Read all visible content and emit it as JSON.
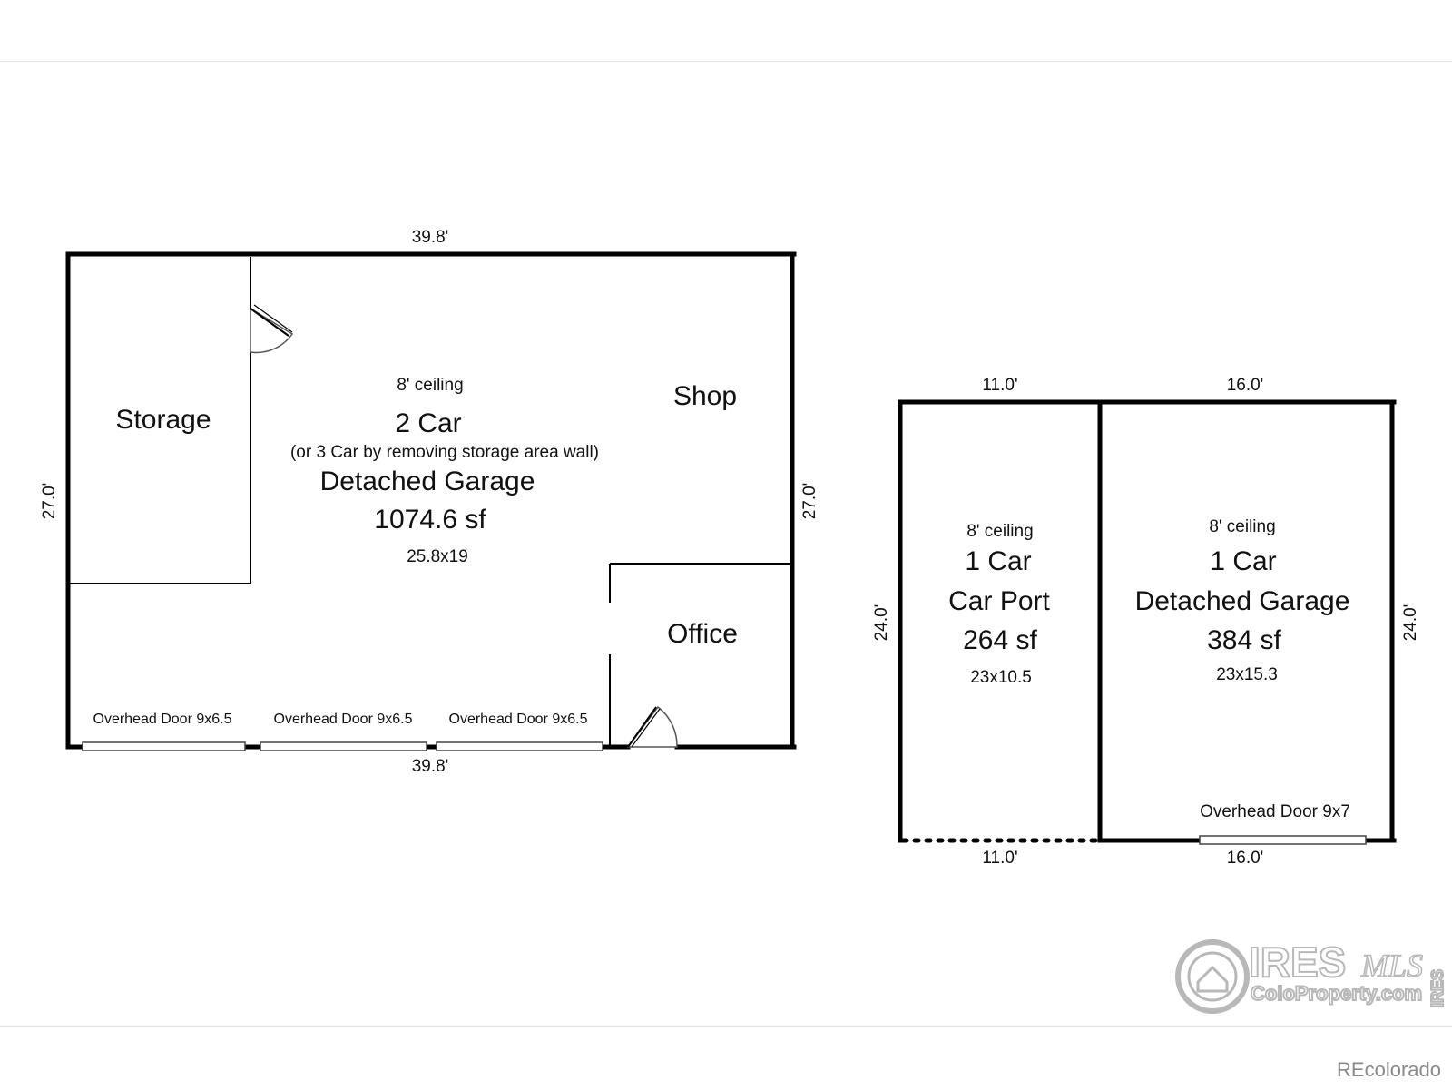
{
  "main_garage": {
    "dim_top": "39.8'",
    "dim_bottom": "39.8'",
    "dim_left": "27.0'",
    "dim_right": "27.0'",
    "ceiling": "8' ceiling",
    "cars": "2 Car",
    "note": "(or 3 Car by removing storage area wall)",
    "name": "Detached Garage",
    "area": "1074.6 sf",
    "size": "25.8x19",
    "rooms": {
      "storage": "Storage",
      "shop": "Shop",
      "office": "Office"
    },
    "doors": [
      "Overhead Door 9x6.5",
      "Overhead Door 9x6.5",
      "Overhead Door 9x6.5"
    ]
  },
  "carport": {
    "dim_top": "11.0'",
    "dim_bottom": "11.0'",
    "dim_left": "24.0'",
    "ceiling": "8' ceiling",
    "cars": "1 Car",
    "name": "Car Port",
    "area": "264 sf",
    "size": "23x10.5"
  },
  "small_garage": {
    "dim_top": "16.0'",
    "dim_bottom": "16.0'",
    "dim_right": "24.0'",
    "ceiling": "8' ceiling",
    "cars": "1 Car",
    "name": "Detached Garage",
    "area": "384 sf",
    "size": "23x15.3",
    "door": "Overhead Door 9x7"
  },
  "watermark": {
    "brand": "IRES",
    "mls": "MLS",
    "site": "ColoProperty.com",
    "side": "IRES"
  },
  "credit": "REcolorado"
}
